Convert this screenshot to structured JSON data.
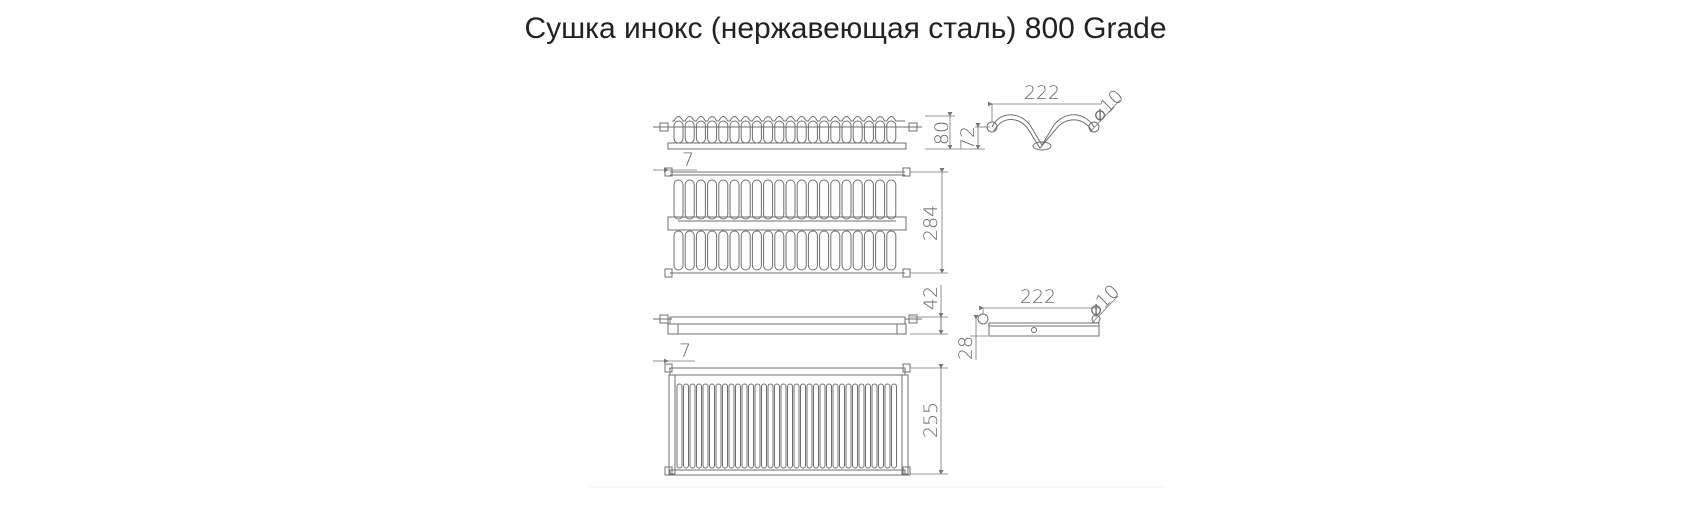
{
  "title": "Сушка инокс (нержавеющая сталь) 800 Grade",
  "upper_rack": {
    "side_view": {
      "height_total": "80",
      "height_inner": "72"
    },
    "profile": {
      "width": "222",
      "diameter": "⌀10"
    },
    "plan_view": {
      "offset": "7",
      "depth": "284"
    }
  },
  "lower_tray": {
    "side_view": {
      "height": "42"
    },
    "profile": {
      "width": "222",
      "diameter": "⌀10",
      "height": "28"
    },
    "plan_view": {
      "offset": "7",
      "depth": "255"
    }
  },
  "colors": {
    "line": "#6f6f6f",
    "title": "#222222"
  }
}
